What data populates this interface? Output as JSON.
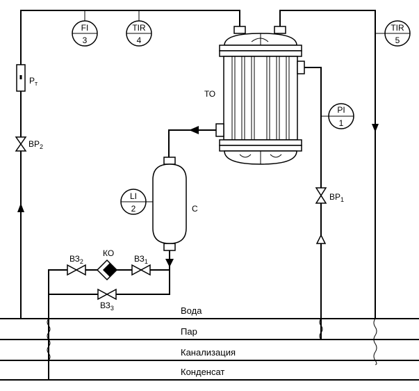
{
  "pipelines": {
    "water": "Вода",
    "steam": "Пар",
    "sewer": "Канализация",
    "condensate": "Конденсат"
  },
  "instruments": {
    "fi3": {
      "code": "FI",
      "num": "3"
    },
    "tir4": {
      "code": "TIR",
      "num": "4"
    },
    "tir5": {
      "code": "TIR",
      "num": "5"
    },
    "pi1": {
      "code": "PI",
      "num": "1"
    },
    "li2": {
      "code": "LI",
      "num": "2"
    }
  },
  "equipment": {
    "heat_exchanger": "ТО",
    "vessel": "С",
    "condensate_trap": "КО",
    "rotameter": {
      "main": "Р",
      "sub": "т"
    }
  },
  "valves": {
    "vr2": {
      "main": "ВР",
      "sub": "2"
    },
    "vr1": {
      "main": "ВР",
      "sub": "1"
    },
    "vz2": {
      "main": "ВЗ",
      "sub": "2"
    },
    "vz1": {
      "main": "ВЗ",
      "sub": "1"
    },
    "vz3": {
      "main": "ВЗ",
      "sub": "3"
    }
  }
}
